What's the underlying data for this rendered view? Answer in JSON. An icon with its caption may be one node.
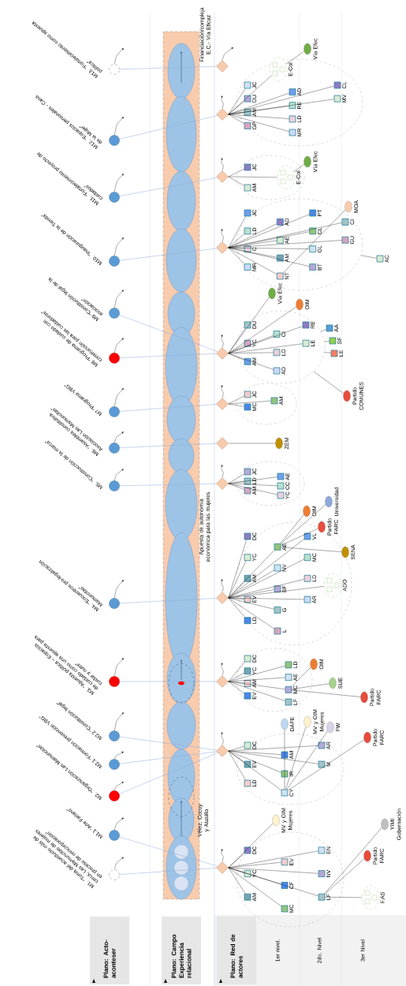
{
  "diagram": {
    "nodes": [
      {
        "text": [
          "Plano: Acto-aconteser"
        ]
      },
      {
        "text": [
          "Plano: Campo Experiencia relacional"
        ]
      },
      {
        "text": [
          "Plano: Red de actores"
        ]
      },
      {
        "text": [],
        "shape": "circle",
        "beside": [
          "M1. “Toma del acueducto más de cerca, Las Mamuncitas de mujeres en proceso de reincorporación”"
        ]
      },
      {
        "text": [],
        "shape": "circle",
        "beside": [
          "M1.1 “Arte Fariano”"
        ]
      },
      {
        "text": [],
        "shape": "circle",
        "beside": [
          "M2. “Organización Las Mamuncitas”"
        ]
      },
      {
        "text": [],
        "shape": "circle",
        "beside": [
          "M2.1 “Formación prevención VBG”"
        ]
      },
      {
        "text": [],
        "shape": "circle",
        "beside": [
          "M2.2 “Constitución legal”"
        ]
      },
      {
        "text": [],
        "shape": "circle",
        "beside": [
          "M3. “Apuesta política – Espacios de cuidado como una apuesta para cuidar y nutrir”"
        ]
      },
      {
        "text": [],
        "shape": "circle",
        "beside": [
          "M4. “Encuentros pro-legalización Mamuncitas”"
        ]
      },
      {
        "text": [],
        "shape": "circle",
        "beside": [
          "M5. “Construcción de la marca”"
        ]
      },
      {
        "text": [],
        "shape": "circle",
        "beside": [
          "M6. “Asamblea constitutiva Asociación Las Mamuncitas”"
        ]
      },
      {
        "text": [],
        "shape": "circle",
        "beside": [
          "M7 “Programa VBG”"
        ]
      },
      {
        "text": [],
        "shape": "circle",
        "beside": [
          "M8 “Programa de cuidado con construcción para las cuidadoras”"
        ]
      },
      {
        "text": [],
        "shape": "circle",
        "beside": [
          "M9 “Constitución legal de la asociación”"
        ]
      },
      {
        "text": [],
        "shape": "circle",
        "beside": [
          "M10. “Inauguración de la Tienda”"
        ]
      },
      {
        "text": [],
        "shape": "circle",
        "beside": [
          "M11. “Fortalecimiento proyecto de cuidados”"
        ]
      },
      {
        "text": [],
        "shape": "circle",
        "beside": [
          "M12. “Espacios personales - Casa de la Mujer”"
        ]
      },
      {
        "text": [],
        "shape": "circle",
        "beside": [
          "M13. “Fortalecimiento como apuesta política”"
        ]
      },
      {
        "text": [],
        "shape": "diamond"
      },
      {
        "text": [],
        "shape": "ellipse"
      },
      {
        "text": [],
        "shape": "box",
        "in": 20,
        "beside": [
          "DC"
        ]
      },
      {
        "text": [],
        "shape": "box",
        "in": 20,
        "beside": [
          "YC"
        ]
      },
      {
        "text": [],
        "shape": "box",
        "in": 20,
        "beside": [
          "AM"
        ]
      },
      {
        "text": [],
        "shape": "box",
        "in": 20,
        "beside": [
          "EV"
        ]
      },
      {
        "text": [],
        "shape": "box",
        "in": 20,
        "beside": [
          "CF"
        ]
      },
      {
        "text": [],
        "shape": "box",
        "in": 20,
        "beside": [
          "MC"
        ]
      },
      {
        "text": [],
        "shape": "box",
        "in": 20,
        "beside": [
          "EN"
        ]
      },
      {
        "text": [],
        "shape": "box",
        "in": 20,
        "beside": [
          "NV"
        ]
      },
      {
        "text": [],
        "shape": "box",
        "in": 20,
        "beside": [
          "LF"
        ]
      },
      {
        "text": [],
        "shape": "ellipse",
        "beside": [
          "MV y OIM Mujeres"
        ]
      },
      {
        "text": [],
        "shape": "ellipse",
        "beside": [
          "Partido FARC"
        ]
      },
      {
        "text": [],
        "shape": "ellipse",
        "beside": [
          "YIMI Gobernación"
        ]
      },
      {
        "text": [],
        "shape": "ellipse",
        "beside": [
          "F.AS"
        ]
      },
      {
        "text": [],
        "shape": "diamond"
      },
      {
        "text": [],
        "shape": "ellipse"
      },
      {
        "text": [],
        "shape": "box",
        "in": 35,
        "beside": [
          "DC"
        ]
      },
      {
        "text": [],
        "shape": "box",
        "in": 35,
        "beside": [
          "EV"
        ]
      },
      {
        "text": [],
        "shape": "box",
        "in": 35,
        "beside": [
          "LD"
        ]
      },
      {
        "text": [],
        "shape": "box",
        "in": 35,
        "beside": [
          "AM"
        ]
      },
      {
        "text": [],
        "shape": "box",
        "in": 35,
        "beside": [
          "IR"
        ]
      },
      {
        "text": [],
        "shape": "box",
        "in": 35,
        "beside": [
          "CY"
        ]
      },
      {
        "text": [],
        "shape": "box",
        "in": 35,
        "beside": [
          "AR"
        ]
      },
      {
        "text": [],
        "shape": "box",
        "in": 35,
        "beside": [
          "M"
        ]
      },
      {
        "text": [],
        "shape": "ellipse",
        "beside": [
          "DAFE"
        ]
      },
      {
        "text": [],
        "shape": "ellipse",
        "beside": [
          "MV y OIM Mujeres"
        ]
      },
      {
        "text": [],
        "shape": "ellipse",
        "beside": [
          "FW"
        ]
      },
      {
        "text": [],
        "shape": "ellipse",
        "beside": [
          "Partido FARC"
        ]
      },
      {
        "text": [],
        "shape": "diamond"
      },
      {
        "text": [],
        "shape": "ellipse"
      },
      {
        "text": [],
        "shape": "box",
        "in": 49,
        "beside": [
          "DC"
        ]
      },
      {
        "text": [],
        "shape": "box",
        "in": 49,
        "beside": [
          "YC"
        ]
      },
      {
        "text": [],
        "shape": "box",
        "in": 49,
        "beside": [
          "AM"
        ]
      },
      {
        "text": [],
        "shape": "box",
        "in": 49,
        "beside": [
          "EV"
        ]
      },
      {
        "text": [],
        "shape": "box",
        "in": 49,
        "beside": [
          "LD"
        ]
      },
      {
        "text": [],
        "shape": "box",
        "in": 49,
        "beside": [
          "AE"
        ]
      },
      {
        "text": [],
        "shape": "box",
        "in": 49,
        "beside": [
          "MC"
        ]
      },
      {
        "text": [],
        "shape": "box",
        "in": 49,
        "beside": [
          "LF"
        ]
      },
      {
        "text": [],
        "shape": "ellipse",
        "beside": [
          "OIM"
        ]
      },
      {
        "text": [],
        "shape": "ellipse",
        "beside": [
          "SUE"
        ]
      },
      {
        "text": [],
        "shape": "ellipse",
        "beside": [
          "Partido FARC"
        ]
      },
      {
        "text": [],
        "shape": "diamond"
      },
      {
        "text": [],
        "shape": "ellipse"
      },
      {
        "text": [],
        "shape": "box",
        "in": 62,
        "beside": [
          "DC"
        ]
      },
      {
        "text": [],
        "shape": "box",
        "in": 62,
        "beside": [
          "YC"
        ]
      },
      {
        "text": [],
        "shape": "box",
        "in": 62,
        "beside": [
          "AM"
        ]
      },
      {
        "text": [],
        "shape": "box",
        "in": 62,
        "beside": [
          "EV"
        ]
      },
      {
        "text": [],
        "shape": "box",
        "in": 62,
        "beside": [
          "LD"
        ]
      },
      {
        "text": [],
        "shape": "box",
        "in": 62,
        "beside": [
          "AE"
        ]
      },
      {
        "text": [],
        "shape": "box",
        "in": 62,
        "beside": [
          "NV"
        ]
      },
      {
        "text": [],
        "shape": "box",
        "in": 62,
        "beside": [
          "BF"
        ]
      },
      {
        "text": [],
        "shape": "box",
        "in": 62,
        "beside": [
          "G"
        ]
      },
      {
        "text": [],
        "shape": "box",
        "in": 62,
        "beside": [
          "L"
        ]
      },
      {
        "text": [],
        "shape": "box",
        "in": 62,
        "beside": [
          "VL"
        ]
      },
      {
        "text": [],
        "shape": "box",
        "in": 62,
        "beside": [
          "MC"
        ]
      },
      {
        "text": [],
        "shape": "box",
        "in": 62,
        "beside": [
          "LD"
        ]
      },
      {
        "text": [],
        "shape": "box",
        "in": 62,
        "beside": [
          "AR"
        ]
      },
      {
        "text": [],
        "shape": "ellipse",
        "in": 62,
        "beside": [
          "ADO"
        ]
      },
      {
        "text": [],
        "shape": "ellipse",
        "beside": [
          "OIM"
        ]
      },
      {
        "text": [],
        "shape": "ellipse",
        "beside": [
          "Partido FARC"
        ]
      },
      {
        "text": [],
        "shape": "ellipse",
        "beside": [
          "Universidad"
        ]
      },
      {
        "text": [],
        "shape": "ellipse",
        "beside": [
          "SENA"
        ]
      },
      {
        "text": [],
        "shape": "diamond"
      },
      {
        "text": [],
        "shape": "ellipse"
      },
      {
        "text": [],
        "shape": "box",
        "in": 83,
        "beside": [
          "JC"
        ]
      },
      {
        "text": [],
        "shape": "box",
        "in": 83,
        "beside": [
          "LD"
        ]
      },
      {
        "text": [],
        "shape": "box",
        "in": 83,
        "beside": [
          "AM"
        ]
      },
      {
        "text": [],
        "shape": "box",
        "in": 83,
        "beside": [
          "AE"
        ]
      },
      {
        "text": [],
        "shape": "box",
        "in": 83,
        "beside": [
          "CC"
        ]
      },
      {
        "text": [],
        "shape": "box",
        "in": 83,
        "beside": [
          "YC"
        ]
      },
      {
        "text": [],
        "shape": "diamond"
      },
      {
        "text": [],
        "shape": "ellipse",
        "beside": [
          "ZEM"
        ]
      },
      {
        "text": [],
        "shape": "diamond"
      },
      {
        "text": [],
        "shape": "ellipse"
      },
      {
        "text": [],
        "shape": "box",
        "in": 93,
        "beside": [
          "JC"
        ]
      },
      {
        "text": [],
        "shape": "box",
        "in": 93,
        "beside": [
          "MC"
        ]
      },
      {
        "text": [],
        "shape": "box",
        "in": 93,
        "beside": [
          "AM"
        ]
      },
      {
        "text": [],
        "shape": "diamond"
      },
      {
        "text": [],
        "shape": "ellipse"
      },
      {
        "text": [],
        "shape": "box",
        "in": 98,
        "beside": [
          "DU"
        ]
      },
      {
        "text": [],
        "shape": "box",
        "in": 98,
        "beside": [
          "YC"
        ]
      },
      {
        "text": [],
        "shape": "box",
        "in": 98,
        "beside": [
          "AM"
        ]
      },
      {
        "text": [],
        "shape": "box",
        "in": 98,
        "beside": [
          "CI"
        ]
      },
      {
        "text": [],
        "shape": "box",
        "in": 98,
        "beside": [
          "LD"
        ]
      },
      {
        "text": [],
        "shape": "box",
        "in": 98,
        "beside": [
          "AD"
        ]
      },
      {
        "text": [],
        "shape": "box",
        "in": 98,
        "beside": [
          "RE"
        ]
      },
      {
        "text": [],
        "shape": "box",
        "in": 98,
        "beside": [
          "LE"
        ]
      },
      {
        "text": [],
        "shape": "ellipse",
        "beside": [
          "Vía Efec"
        ]
      },
      {
        "text": [],
        "shape": "ellipse",
        "beside": [
          "OIM"
        ]
      },
      {
        "text": [],
        "shape": "box",
        "beside": [
          "AA"
        ]
      },
      {
        "text": [],
        "shape": "box",
        "beside": [
          "SF"
        ]
      },
      {
        "text": [],
        "shape": "box",
        "beside": [
          "LE"
        ]
      },
      {
        "text": [],
        "shape": "ellipse",
        "beside": [
          "Partido COMUNES"
        ]
      },
      {
        "text": [],
        "shape": "diamond"
      },
      {
        "text": [],
        "shape": "ellipse"
      },
      {
        "text": [],
        "shape": "box",
        "in": 114,
        "beside": [
          "JC"
        ]
      },
      {
        "text": [],
        "shape": "box",
        "in": 114,
        "beside": [
          "LD"
        ]
      },
      {
        "text": [],
        "shape": "box",
        "in": 114,
        "beside": [
          "C"
        ]
      },
      {
        "text": [],
        "shape": "box",
        "in": 114,
        "beside": [
          "MR"
        ]
      },
      {
        "text": [],
        "shape": "box",
        "in": 114,
        "beside": [
          "AD"
        ]
      },
      {
        "text": [],
        "shape": "box",
        "in": 114,
        "beside": [
          "AE"
        ]
      },
      {
        "text": [],
        "shape": "box",
        "in": 114,
        "beside": [
          "AM"
        ]
      },
      {
        "text": [],
        "shape": "box",
        "in": 114,
        "beside": [
          "NT"
        ]
      },
      {
        "text": [],
        "shape": "box",
        "in": 114,
        "beside": [
          "PT"
        ]
      },
      {
        "text": [],
        "shape": "box",
        "in": 114,
        "beside": [
          "CL"
        ]
      },
      {
        "text": [],
        "shape": "box",
        "in": 114,
        "beside": [
          "GL"
        ]
      },
      {
        "text": [],
        "shape": "box",
        "in": 114,
        "beside": [
          "BT"
        ]
      },
      {
        "text": [],
        "shape": "box",
        "in": 114,
        "beside": [
          "CI"
        ]
      },
      {
        "text": [],
        "shape": "box",
        "in": 114,
        "beside": [
          "GU"
        ]
      },
      {
        "text": [],
        "shape": "ellipse",
        "beside": [
          "MOA"
        ]
      },
      {
        "text": [],
        "shape": "box",
        "beside": [
          "AC"
        ]
      },
      {
        "text": [],
        "shape": "diamond"
      },
      {
        "text": [],
        "shape": "ellipse"
      },
      {
        "text": [],
        "shape": "box",
        "in": 132,
        "beside": [
          "JC"
        ]
      },
      {
        "text": [],
        "shape": "box",
        "in": 132,
        "beside": [
          "AM"
        ]
      },
      {
        "text": [],
        "shape": "ellipse",
        "in": 132,
        "beside": [
          "E-Col"
        ]
      },
      {
        "text": [],
        "shape": "ellipse",
        "beside": [
          "Vía Efec"
        ]
      },
      {
        "text": [],
        "shape": "diamond"
      },
      {
        "text": [],
        "shape": "ellipse"
      },
      {
        "text": [],
        "shape": "box",
        "in": 138,
        "beside": [
          "JC"
        ]
      },
      {
        "text": [],
        "shape": "box",
        "in": 138,
        "beside": [
          "DU"
        ]
      },
      {
        "text": [],
        "shape": "box",
        "in": 138,
        "beside": [
          "AM"
        ]
      },
      {
        "text": [],
        "shape": "box",
        "in": 138,
        "beside": [
          "GP"
        ]
      },
      {
        "text": [],
        "shape": "box",
        "in": 138,
        "beside": [
          "AD"
        ]
      },
      {
        "text": [],
        "shape": "box",
        "in": 138,
        "beside": [
          "RE"
        ]
      },
      {
        "text": [],
        "shape": "box",
        "in": 138,
        "beside": [
          "LD"
        ]
      },
      {
        "text": [],
        "shape": "box",
        "in": 138,
        "beside": [
          "MR"
        ]
      },
      {
        "text": [],
        "shape": "box",
        "in": 138,
        "beside": [
          "CL"
        ]
      },
      {
        "text": [],
        "shape": "box",
        "in": 138,
        "beside": [
          "MV"
        ]
      },
      {
        "text": [],
        "shape": "ellipse",
        "in": 138,
        "beside": [
          "E-Col"
        ]
      },
      {
        "text": [],
        "shape": "ellipse",
        "beside": [
          "Vía Efec"
        ]
      },
      {
        "text": [],
        "shape": "diamond"
      }
    ],
    "edges": [
      {
        "from": 3,
        "to": 19,
        "arrow": "none",
        "color": "#8faadc"
      },
      {
        "from": 4,
        "to": 19,
        "arrow": "none",
        "color": "#8faadc"
      },
      {
        "from": 5,
        "to": 34,
        "arrow": "none",
        "color": "#8faadc"
      },
      {
        "from": 6,
        "to": 34,
        "arrow": "none",
        "color": "#8faadc"
      },
      {
        "from": 7,
        "to": 34,
        "arrow": "none",
        "color": "#8faadc"
      },
      {
        "from": 8,
        "to": 48,
        "arrow": "none",
        "color": "#8faadc"
      },
      {
        "from": 9,
        "to": 61,
        "arrow": "none",
        "color": "#8faadc"
      },
      {
        "from": 10,
        "to": 82,
        "arrow": "none",
        "color": "#8faadc"
      },
      {
        "from": 11,
        "to": 90,
        "arrow": "none",
        "color": "#8faadc"
      },
      {
        "from": 12,
        "to": 92,
        "arrow": "none",
        "color": "#8faadc"
      },
      {
        "from": 13,
        "to": 97,
        "arrow": "none",
        "color": "#8faadc"
      },
      {
        "from": 14,
        "to": 97,
        "arrow": "none",
        "color": "#8faadc"
      },
      {
        "from": 15,
        "to": 113,
        "arrow": "none",
        "color": "#8faadc"
      },
      {
        "from": 16,
        "to": 131,
        "arrow": "none",
        "color": "#8faadc"
      },
      {
        "from": 17,
        "to": 137,
        "arrow": "none",
        "color": "#8faadc"
      },
      {
        "from": 18,
        "to": 151,
        "arrow": "none",
        "color": "#8faadc"
      },
      {
        "from": 3,
        "to": null,
        "arrow": "to"
      },
      {
        "from": 4,
        "to": null,
        "arrow": "to"
      },
      {
        "from": 5,
        "to": null,
        "arrow": "to"
      },
      {
        "from": 6,
        "to": null,
        "arrow": "to"
      },
      {
        "from": 7,
        "to": null,
        "arrow": "to"
      },
      {
        "from": 8,
        "to": null,
        "arrow": "to"
      },
      {
        "from": 9,
        "to": null,
        "arrow": "to"
      },
      {
        "from": 10,
        "to": null,
        "arrow": "to"
      },
      {
        "from": 11,
        "to": null,
        "arrow": "to"
      },
      {
        "from": 12,
        "to": null,
        "arrow": "to"
      },
      {
        "from": 13,
        "to": null,
        "arrow": "to"
      },
      {
        "from": 14,
        "to": null,
        "arrow": "to"
      },
      {
        "from": 15,
        "to": null,
        "arrow": "to"
      },
      {
        "from": 16,
        "to": null,
        "arrow": "to"
      },
      {
        "from": 17,
        "to": null,
        "arrow": "to"
      },
      {
        "from": 18,
        "to": null,
        "arrow": "to"
      },
      {
        "from": 19,
        "to": null,
        "arrow": "to"
      },
      {
        "from": 34,
        "to": null,
        "arrow": "to"
      },
      {
        "from": 48,
        "to": null,
        "arrow": "to"
      },
      {
        "from": 61,
        "to": null,
        "arrow": "to"
      },
      {
        "from": 82,
        "to": null,
        "arrow": "to"
      },
      {
        "from": 92,
        "to": null,
        "arrow": "to"
      },
      {
        "from": 97,
        "to": null,
        "arrow": "to"
      },
      {
        "from": 113,
        "to": null,
        "arrow": "to"
      },
      {
        "from": 131,
        "to": null,
        "arrow": "to"
      },
      {
        "from": 137,
        "to": null,
        "arrow": "to"
      },
      {
        "from": 151,
        "to": null,
        "arrow": "to"
      },
      {
        "from": 19,
        "to": 21,
        "arrow": "none"
      },
      {
        "from": 19,
        "to": 22,
        "arrow": "none"
      },
      {
        "from": 19,
        "to": 23,
        "arrow": "none"
      },
      {
        "from": 19,
        "to": 24,
        "arrow": "none"
      },
      {
        "from": 19,
        "to": 25,
        "arrow": "none"
      },
      {
        "from": 19,
        "to": 26,
        "arrow": "none"
      },
      {
        "from": 19,
        "to": 27,
        "arrow": "none"
      },
      {
        "from": 19,
        "to": 28,
        "arrow": "none"
      },
      {
        "from": 19,
        "to": 29,
        "arrow": "none"
      },
      {
        "from": 19,
        "to": 30,
        "arrow": "none"
      },
      {
        "from": 29,
        "to": 31,
        "arrow": "none"
      },
      {
        "from": 29,
        "to": 32,
        "arrow": "none"
      },
      {
        "from": 29,
        "to": 33,
        "arrow": "none"
      },
      {
        "from": 34,
        "to": 36,
        "arrow": "none"
      },
      {
        "from": 34,
        "to": 37,
        "arrow": "none"
      },
      {
        "from": 34,
        "to": 38,
        "arrow": "none"
      },
      {
        "from": 34,
        "to": 39,
        "arrow": "none"
      },
      {
        "from": 34,
        "to": 40,
        "arrow": "none"
      },
      {
        "from": 34,
        "to": 41,
        "arrow": "none"
      },
      {
        "from": 34,
        "to": 42,
        "arrow": "none"
      },
      {
        "from": 34,
        "to": 43,
        "arrow": "none"
      },
      {
        "from": 41,
        "to": 44,
        "arrow": "none"
      },
      {
        "from": 41,
        "to": 45,
        "arrow": "none"
      },
      {
        "from": 41,
        "to": 46,
        "arrow": "none"
      },
      {
        "from": 41,
        "to": 47,
        "arrow": "none"
      },
      {
        "from": 48,
        "to": 50,
        "arrow": "none"
      },
      {
        "from": 48,
        "to": 51,
        "arrow": "none"
      },
      {
        "from": 48,
        "to": 52,
        "arrow": "none"
      },
      {
        "from": 48,
        "to": 53,
        "arrow": "none"
      },
      {
        "from": 48,
        "to": 54,
        "arrow": "none"
      },
      {
        "from": 48,
        "to": 55,
        "arrow": "none"
      },
      {
        "from": 48,
        "to": 56,
        "arrow": "none"
      },
      {
        "from": 48,
        "to": 57,
        "arrow": "none"
      },
      {
        "from": 56,
        "to": 58,
        "arrow": "none"
      },
      {
        "from": 56,
        "to": 59,
        "arrow": "none"
      },
      {
        "from": 56,
        "to": 60,
        "arrow": "none"
      },
      {
        "from": 61,
        "to": 63,
        "arrow": "none"
      },
      {
        "from": 61,
        "to": 64,
        "arrow": "none"
      },
      {
        "from": 61,
        "to": 65,
        "arrow": "none"
      },
      {
        "from": 61,
        "to": 66,
        "arrow": "none"
      },
      {
        "from": 61,
        "to": 67,
        "arrow": "none"
      },
      {
        "from": 61,
        "to": 68,
        "arrow": "none"
      },
      {
        "from": 61,
        "to": 69,
        "arrow": "none"
      },
      {
        "from": 61,
        "to": 70,
        "arrow": "none"
      },
      {
        "from": 61,
        "to": 71,
        "arrow": "none"
      },
      {
        "from": 61,
        "to": 72,
        "arrow": "none"
      },
      {
        "from": 61,
        "to": 73,
        "arrow": "none"
      },
      {
        "from": 61,
        "to": 74,
        "arrow": "none"
      },
      {
        "from": 61,
        "to": 75,
        "arrow": "none"
      },
      {
        "from": 61,
        "to": 76,
        "arrow": "none"
      },
      {
        "from": 61,
        "to": 77,
        "arrow": "none"
      },
      {
        "from": 68,
        "to": 78,
        "arrow": "none"
      },
      {
        "from": 68,
        "to": 79,
        "arrow": "none"
      },
      {
        "from": 68,
        "to": 80,
        "arrow": "none"
      },
      {
        "from": 68,
        "to": 81,
        "arrow": "none"
      },
      {
        "from": 82,
        "to": 84,
        "arrow": "none"
      },
      {
        "from": 82,
        "to": 85,
        "arrow": "none"
      },
      {
        "from": 82,
        "to": 86,
        "arrow": "none"
      },
      {
        "from": 82,
        "to": 87,
        "arrow": "none"
      },
      {
        "from": 82,
        "to": 88,
        "arrow": "none"
      },
      {
        "from": 82,
        "to": 89,
        "arrow": "none"
      },
      {
        "from": 90,
        "to": 91,
        "arrow": "none"
      },
      {
        "from": 92,
        "to": 94,
        "arrow": "none"
      },
      {
        "from": 92,
        "to": 95,
        "arrow": "none"
      },
      {
        "from": 92,
        "to": 96,
        "arrow": "none"
      },
      {
        "from": 97,
        "to": 99,
        "arrow": "none"
      },
      {
        "from": 97,
        "to": 100,
        "arrow": "none"
      },
      {
        "from": 97,
        "to": 101,
        "arrow": "none"
      },
      {
        "from": 97,
        "to": 102,
        "arrow": "none"
      },
      {
        "from": 97,
        "to": 103,
        "arrow": "none"
      },
      {
        "from": 97,
        "to": 104,
        "arrow": "none"
      },
      {
        "from": 97,
        "to": 105,
        "arrow": "none"
      },
      {
        "from": 97,
        "to": 106,
        "arrow": "none"
      },
      {
        "from": 97,
        "to": 107,
        "arrow": "none"
      },
      {
        "from": 97,
        "to": 108,
        "arrow": "none"
      },
      {
        "from": 98,
        "to": 109,
        "arrow": "none"
      },
      {
        "from": 98,
        "to": 110,
        "arrow": "none"
      },
      {
        "from": 98,
        "to": 111,
        "arrow": "none"
      },
      {
        "from": 98,
        "to": 112,
        "arrow": "none"
      },
      {
        "from": 113,
        "to": 115,
        "arrow": "none"
      },
      {
        "from": 113,
        "to": 116,
        "arrow": "none"
      },
      {
        "from": 113,
        "to": 117,
        "arrow": "none"
      },
      {
        "from": 113,
        "to": 118,
        "arrow": "none"
      },
      {
        "from": 113,
        "to": 119,
        "arrow": "none"
      },
      {
        "from": 113,
        "to": 120,
        "arrow": "none"
      },
      {
        "from": 113,
        "to": 121,
        "arrow": "none"
      },
      {
        "from": 113,
        "to": 122,
        "arrow": "none"
      },
      {
        "from": 113,
        "to": 123,
        "arrow": "none"
      },
      {
        "from": 113,
        "to": 124,
        "arrow": "none"
      },
      {
        "from": 113,
        "to": 125,
        "arrow": "none"
      },
      {
        "from": 113,
        "to": 126,
        "arrow": "none"
      },
      {
        "from": 113,
        "to": 127,
        "arrow": "none"
      },
      {
        "from": 113,
        "to": 128,
        "arrow": "none"
      },
      {
        "from": 122,
        "to": 129,
        "arrow": "none"
      },
      {
        "from": 114,
        "to": 130,
        "arrow": "none"
      },
      {
        "from": 131,
        "to": 133,
        "arrow": "none"
      },
      {
        "from": 131,
        "to": 134,
        "arrow": "none"
      },
      {
        "from": 131,
        "to": 135,
        "arrow": "none"
      },
      {
        "from": 135,
        "to": 136,
        "arrow": "none"
      },
      {
        "from": 137,
        "to": 139,
        "arrow": "none"
      },
      {
        "from": 137,
        "to": 140,
        "arrow": "none"
      },
      {
        "from": 137,
        "to": 141,
        "arrow": "none"
      },
      {
        "from": 137,
        "to": 142,
        "arrow": "none"
      },
      {
        "from": 137,
        "to": 143,
        "arrow": "none"
      },
      {
        "from": 137,
        "to": 144,
        "arrow": "none"
      },
      {
        "from": 137,
        "to": 145,
        "arrow": "none"
      },
      {
        "from": 137,
        "to": 146,
        "arrow": "none"
      },
      {
        "from": 137,
        "to": 147,
        "arrow": "none"
      },
      {
        "from": 137,
        "to": 148,
        "arrow": "none"
      },
      {
        "from": 137,
        "to": 149,
        "arrow": "none"
      },
      {
        "from": 149,
        "to": 150,
        "arrow": "none"
      }
    ],
    "labels": [
      "1er nivel.",
      "2do. Nivel",
      "3er Nivel",
      "Vélez, Cocuy y Atasillo",
      "Apuesta de autonomía económica para las mujeres",
      "Financiación/compleja E.C.- Vía Eficaz"
    ]
  }
}
